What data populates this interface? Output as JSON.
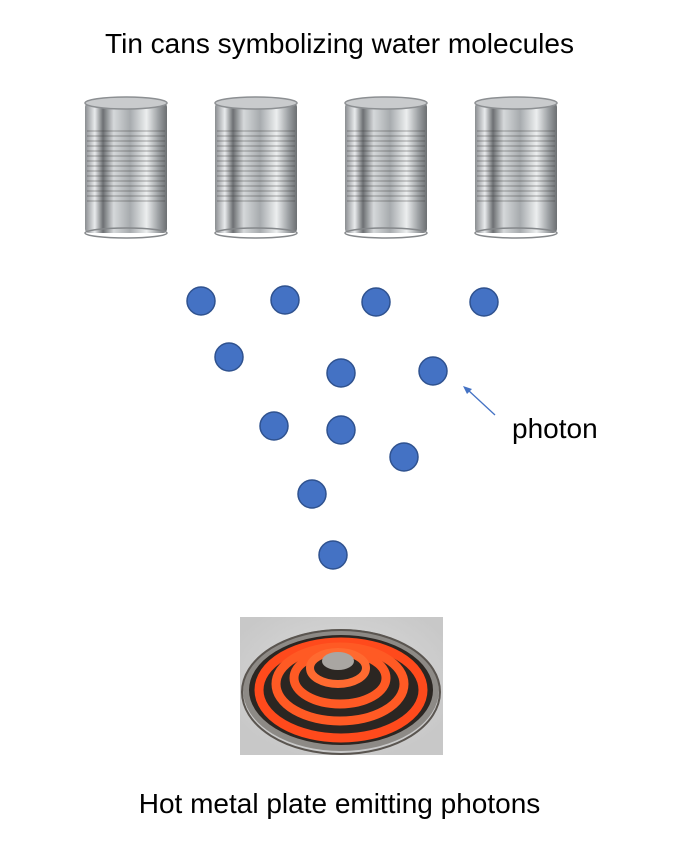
{
  "title": "Tin cans symbolizing water molecules",
  "caption": "Hot metal plate emitting photons",
  "photon_label": "photon",
  "colors": {
    "photon_fill": "#4472C4",
    "photon_stroke": "#2F528F",
    "arrow": "#4472C4",
    "coil": "#ff4a1c"
  },
  "can_count": 4,
  "photon_count": 12
}
